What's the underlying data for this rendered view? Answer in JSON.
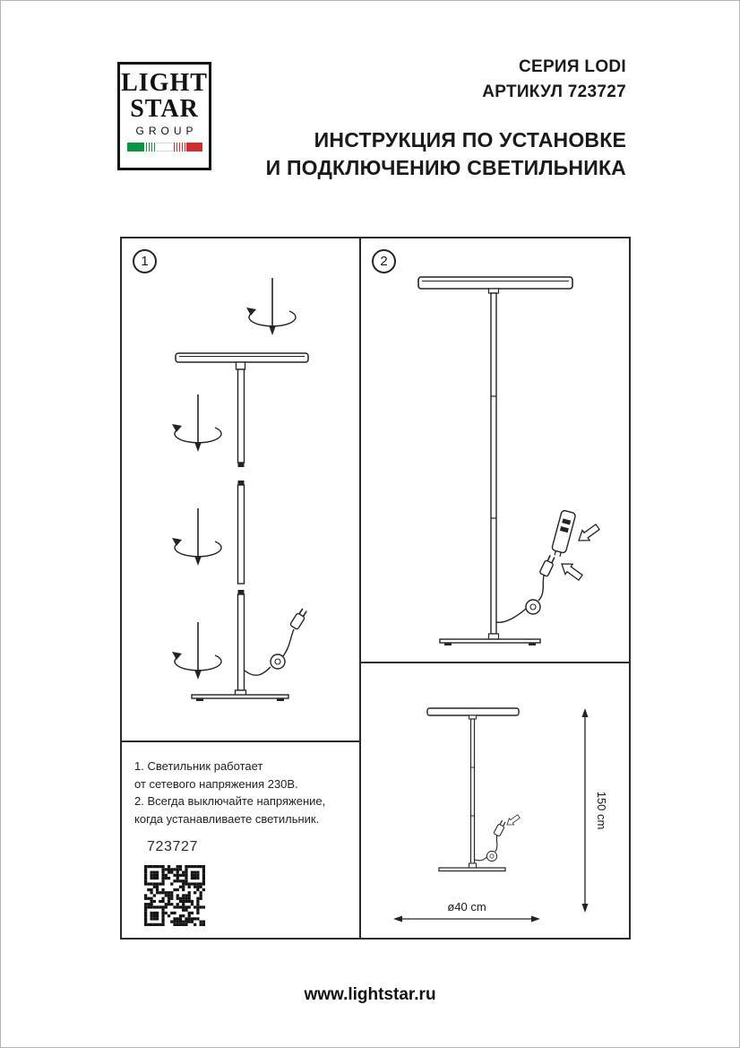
{
  "header": {
    "series": "СЕРИЯ LODI",
    "article": "АРТИКУЛ 723727",
    "title_line1": "ИНСТРУКЦИЯ ПО УСТАНОВКЕ",
    "title_line2": "И ПОДКЛЮЧЕНИЮ СВЕТИЛЬНИКА"
  },
  "logo": {
    "word1": "LIGHT",
    "word2": "STAR",
    "word3": "GROUP",
    "flag_green": "#0b9444",
    "flag_red": "#cf2e2e"
  },
  "steps": {
    "step1": "1",
    "step2": "2"
  },
  "notes": {
    "lines": [
      "1. Светильник работает",
      "от сетевого напряжения 230В.",
      "2. Всегда выключайте напряжение,",
      "когда устанавливаете светильник."
    ],
    "code": "723727"
  },
  "dimensions": {
    "height": "150 cm",
    "diameter": "ø40 cm"
  },
  "footer": {
    "website": "www.lightstar.ru"
  }
}
